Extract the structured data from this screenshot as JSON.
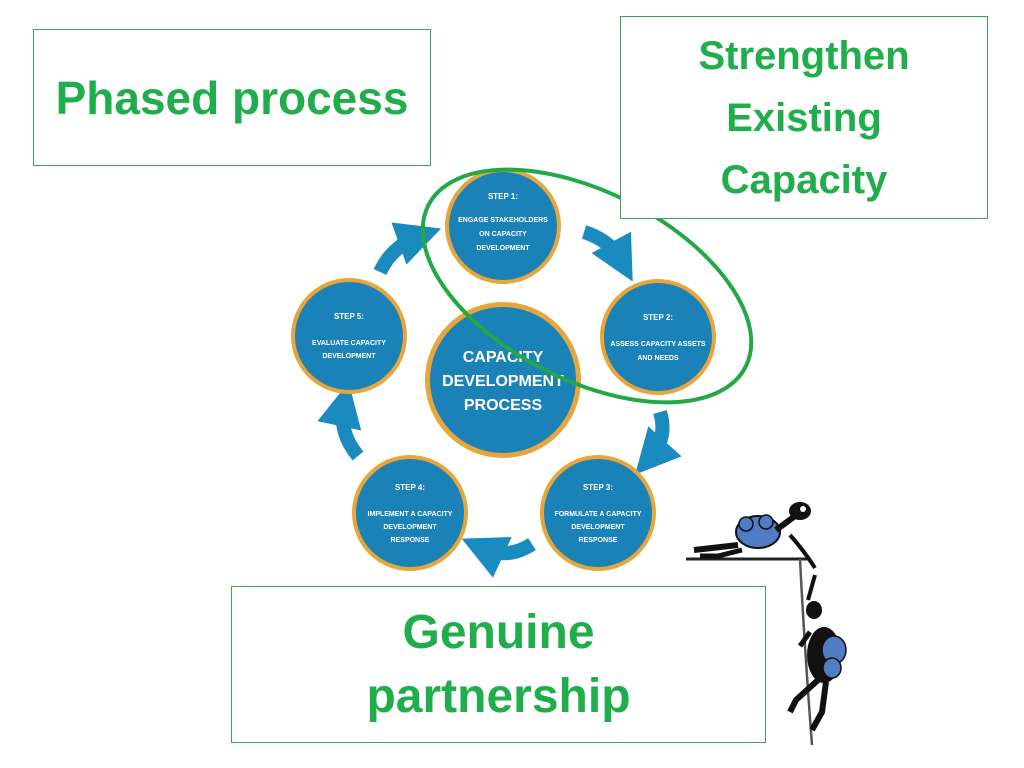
{
  "boxes": {
    "phased_process": "Phased process",
    "strengthen_lines": [
      "Strengthen",
      "Existing",
      "Capacity"
    ],
    "partnership_lines": [
      "Genuine",
      "partnership"
    ]
  },
  "cycle": {
    "center_lines": [
      "CAPACITY",
      "DEVELOPMENT",
      "PROCESS"
    ],
    "steps": [
      {
        "title": "STEP 1:",
        "lines": [
          "ENGAGE STAKEHOLDERS",
          "ON CAPACITY",
          "DEVELOPMENT"
        ]
      },
      {
        "title": "STEP 2:",
        "lines": [
          "ASSESS CAPACITY ASSETS",
          "AND NEEDS"
        ]
      },
      {
        "title": "STEP 3:",
        "lines": [
          "FORMULATE A CAPACITY",
          "DEVELOPMENT",
          "RESPONSE"
        ]
      },
      {
        "title": "STEP 4:",
        "lines": [
          "IMPLEMENT A CAPACITY",
          "DEVELOPMENT",
          "RESPONSE"
        ]
      },
      {
        "title": "STEP 5:",
        "lines": [
          "EVALUATE CAPACITY",
          "DEVELOPMENT"
        ]
      }
    ]
  },
  "colors": {
    "label_green": "#1fae4b",
    "box_border": "#3aa655",
    "node_blue": "#1b82b8",
    "node_ring": "#e6a63c",
    "arrow_blue": "#1a8bbf",
    "highlight_ellipse": "#22a845"
  },
  "icons": [
    "climbers-illustration"
  ]
}
